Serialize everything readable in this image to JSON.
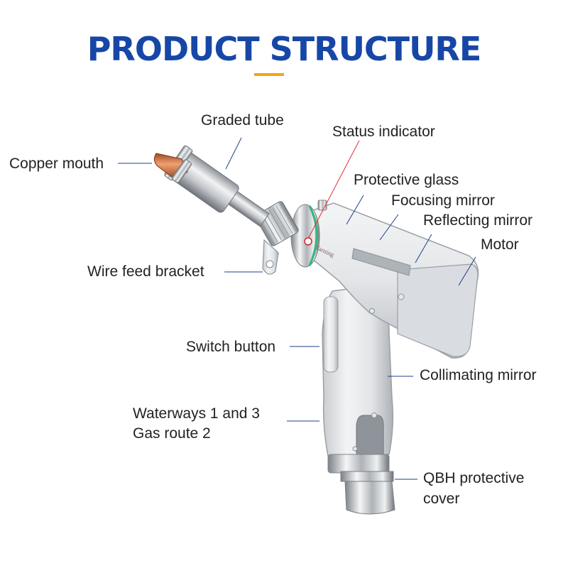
{
  "title": "PRODUCT STRUCTURE",
  "device_text": "Yarning",
  "labels": {
    "graded_tube": "Graded tube",
    "status_indicator": "Status indicator",
    "copper_mouth": "Copper mouth",
    "protective_glass": "Protective glass",
    "focusing_mirror": "Focusing mirror",
    "reflecting_mirror": "Reflecting mirror",
    "motor": "Motor",
    "wire_feed_bracket": "Wire feed bracket",
    "switch_button": "Switch button",
    "collimating_mirror": "Collimating mirror",
    "waterways": "Waterways 1 and 3",
    "gas_route": "Gas route 2",
    "qbh_line1": "QBH protective",
    "qbh_line2": "cover"
  },
  "colors": {
    "title": "#1747a6",
    "accent_underline": "#f5a31a",
    "leader_line": "#1f3f8a",
    "status_leader": "#e0303a",
    "ring": "#2eb87a"
  }
}
